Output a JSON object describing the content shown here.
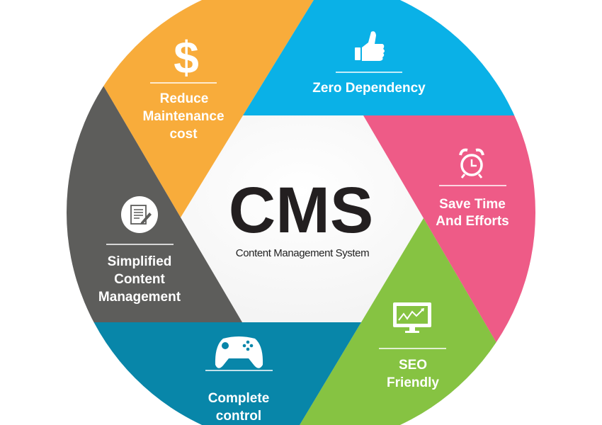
{
  "center": {
    "title": "CMS",
    "subtitle": "Content Management System"
  },
  "segments": [
    {
      "id": "reduce-maintenance",
      "lines": [
        "Reduce",
        "Maintenance",
        "cost"
      ],
      "icon": "dollar-icon",
      "color": "#F8AC3B"
    },
    {
      "id": "zero-dependency",
      "lines": [
        "Zero Dependency"
      ],
      "icon": "thumbs-up-icon",
      "color": "#0AB1E7"
    },
    {
      "id": "save-time",
      "lines": [
        "Save Time",
        "And Efforts"
      ],
      "icon": "alarm-clock-icon",
      "color": "#EE5B87"
    },
    {
      "id": "seo-friendly",
      "lines": [
        "SEO",
        "Friendly"
      ],
      "icon": "monitor-chart-icon",
      "color": "#86C342"
    },
    {
      "id": "complete-control",
      "lines": [
        "Complete",
        "control"
      ],
      "icon": "gamepad-icon",
      "color": "#0886A9"
    },
    {
      "id": "simplified-content",
      "lines": [
        "Simplified",
        "Content",
        "Management"
      ],
      "icon": "document-edit-icon",
      "color": "#5D5D5B"
    }
  ],
  "icons": {
    "dollar": "$"
  }
}
